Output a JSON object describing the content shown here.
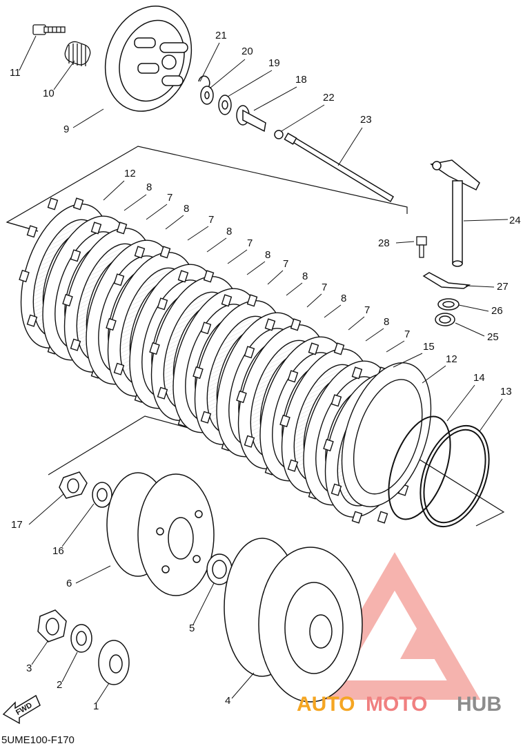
{
  "diagram": {
    "part_callouts": [
      "1",
      "2",
      "3",
      "4",
      "5",
      "6",
      "7",
      "8",
      "9",
      "10",
      "11",
      "12",
      "13",
      "14",
      "15",
      "16",
      "17",
      "18",
      "19",
      "20",
      "21",
      "22",
      "23",
      "24",
      "25",
      "26",
      "27",
      "28"
    ],
    "fwd_arrow_label": "FWD",
    "diagram_code": "5UME100-F170"
  },
  "watermark": {
    "part1": "AUTO",
    "part2": "MOTO",
    "part3": "HUB",
    "colors": {
      "orange": "#f5a623",
      "red": "#f08080",
      "gray": "#8c8c8c",
      "logo": "#f4a6a0"
    }
  }
}
